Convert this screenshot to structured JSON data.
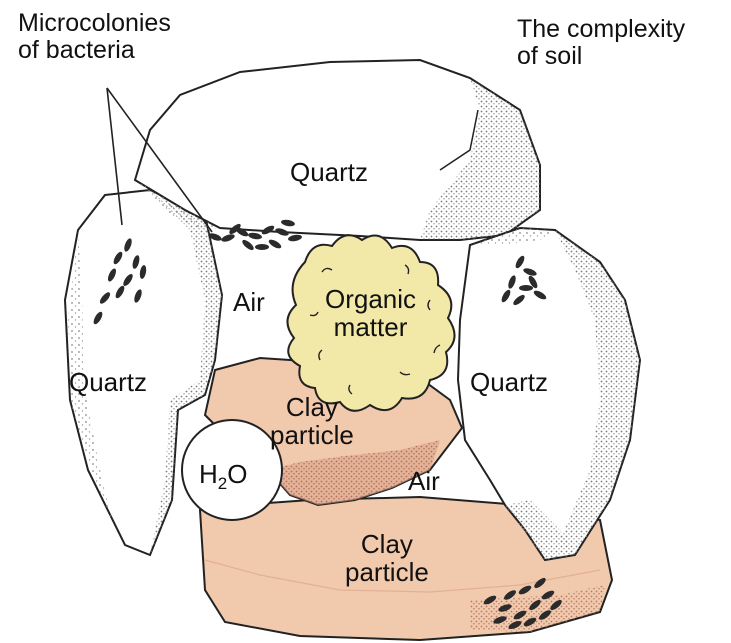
{
  "labels": {
    "microcolonies": [
      "Microcolonies",
      "of bacteria"
    ],
    "title": [
      "The complexity",
      "of soil"
    ],
    "quartz_top": "Quartz",
    "quartz_left": "Quartz",
    "quartz_right": "Quartz",
    "air_left": "Air",
    "air_bottom": "Air",
    "organic": [
      "Organic",
      "matter"
    ],
    "clay_upper": [
      "Clay",
      "particle"
    ],
    "clay_lower": [
      "Clay",
      "particle"
    ],
    "water": "H2O"
  },
  "colors": {
    "quartz_fill": "#ffffff",
    "stipple": "#8a8a8a",
    "organic_fill": "#f2e8a8",
    "clay_fill": "#f1c9ac",
    "clay_shade": "#d9a086",
    "bacteria": "#2b2b2b",
    "outline": "#222222"
  },
  "icons": [
    "bacteria-cluster-icon"
  ]
}
